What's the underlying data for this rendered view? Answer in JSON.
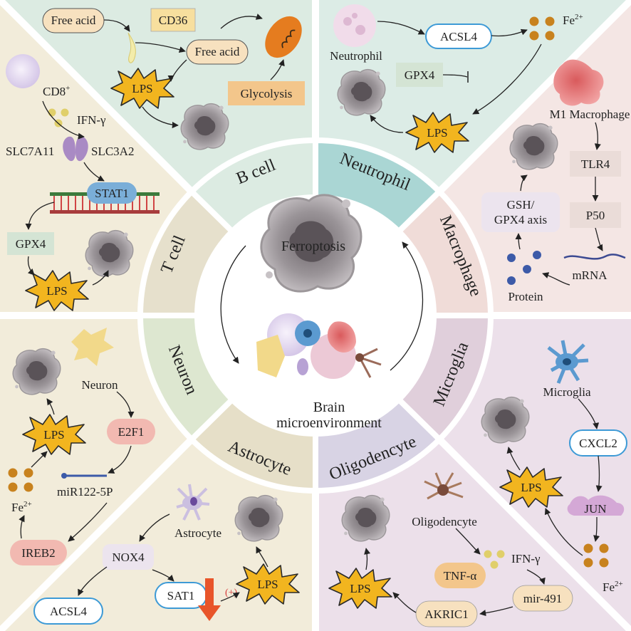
{
  "segments": {
    "b_cell": "B cell",
    "neutrophil": "Neutrophil",
    "macrophage": "Macrophage",
    "microglia": "Microglia",
    "oligodencyte": "Oligodencyte",
    "astrocyte": "Astrocyte",
    "neuron": "Neuron",
    "t_cell": "T cell"
  },
  "center": {
    "top": "Ferroptosis",
    "bottom_line1": "Brain",
    "bottom_line2": "microenvironment"
  },
  "b_cell_panel": {
    "free_acid_1": "Free acid",
    "cd36": "CD36",
    "free_acid_2": "Free acid",
    "lps": "LPS",
    "glycolysis": "Glycolysis"
  },
  "neutrophil_panel": {
    "cell": "Neutrophil",
    "acsl4": "ACSL4",
    "fe": "Fe",
    "fe_charge": "2+",
    "gpx4": "GPX4",
    "lps": "LPS"
  },
  "macrophage_panel": {
    "cell": "M1 Macrophage",
    "tlr4": "TLR4",
    "p50": "P50",
    "mrna": "mRNA",
    "protein": "Protein",
    "gsh_line1": "GSH/",
    "gsh_line2": "GPX4 axis"
  },
  "t_cell_panel": {
    "cd8": "CD8",
    "cd8_sup": "+",
    "ifn": "IFN-γ",
    "slc7a11": "SLC7A11",
    "slc3a2": "SLC3A2",
    "stat1": "STAT1",
    "gpx4": "GPX4",
    "lps": "LPS"
  },
  "neuron_panel": {
    "cell": "Neuron",
    "e2f1": "E2F1",
    "mir": "miR122-5P",
    "fe": "Fe",
    "fe_charge": "2+",
    "ireb2": "IREB2",
    "lps": "LPS"
  },
  "astrocyte_panel": {
    "cell": "Astrocyte",
    "nox4": "NOX4",
    "acsl4": "ACSL4",
    "sat1": "SAT1",
    "plus": "(+)",
    "lps": "LPS"
  },
  "oligodencyte_panel": {
    "cell": "Oligodencyte",
    "ifn": "IFN-γ",
    "tnf": "TNF-α",
    "mir": "mir-491",
    "akric1": "AKRIC1",
    "lps": "LPS"
  },
  "microglia_panel": {
    "cell": "Microglia",
    "cxcl2": "CXCL2",
    "jun": "JUN",
    "fe": "Fe",
    "fe_charge": "2+",
    "lps": "LPS"
  },
  "colors": {
    "b_cell_bg": "#dcebe2",
    "neutrophil_bg": "#dcece6",
    "macrophage_bg": "#f4e6e4",
    "microglia_bg": "#ece0ea",
    "oligodencyte_bg": "#ece0ea",
    "astrocyte_bg": "#f2ecda",
    "neuron_bg": "#f2ecda",
    "t_cell_bg": "#f2ecda",
    "lps_star": "#f2b51f",
    "iron": "#c8821e",
    "cell_gray": "#8a8388",
    "blue_outline": "#3d9ad6"
  }
}
